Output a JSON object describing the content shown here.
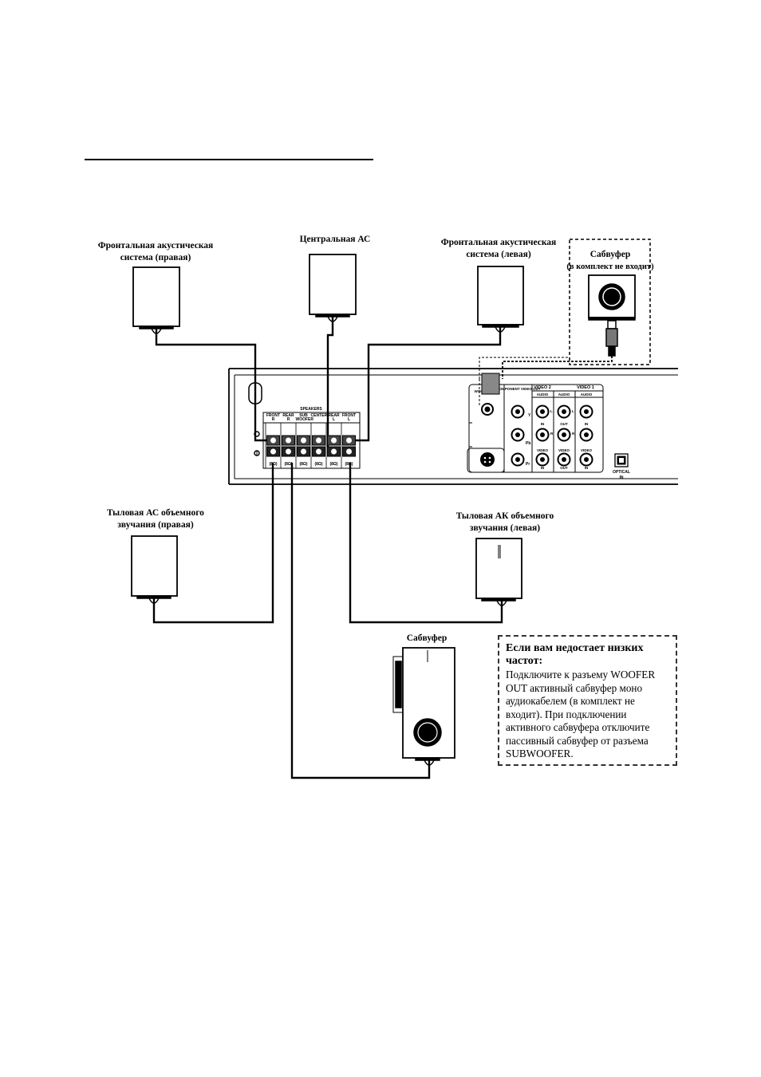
{
  "labels": {
    "front_right": [
      "Фронтальная акустическая",
      "система (правая)"
    ],
    "center": [
      "Центральная АС"
    ],
    "front_left": [
      "Фронтальная акустическая",
      "система (левая)"
    ],
    "subwoofer_active": [
      "Сабвуфер",
      "(в комплект не входит)"
    ],
    "rear_right": [
      "Тыловая АС объемного",
      "звучания (правая)"
    ],
    "rear_left": [
      "Тыловая АК объемного",
      "звучания (левая)"
    ],
    "subwoofer_passive": [
      "Сабвуфер"
    ]
  },
  "panel": {
    "speakers_header": "SPEAKERS",
    "terminals": [
      {
        "line1": "FRONT",
        "line2": "R",
        "ohm": "(8Ω)"
      },
      {
        "line1": "REAR",
        "line2": "R",
        "ohm": "(8Ω)"
      },
      {
        "line1": "SUB",
        "line2": "WOOFER",
        "ohm": "(8Ω)"
      },
      {
        "line1": "CENTER",
        "line2": "",
        "ohm": "(8Ω)"
      },
      {
        "line1": "REAR",
        "line2": "L",
        "ohm": "(8Ω)"
      },
      {
        "line1": "FRONT",
        "line2": "L",
        "ohm": "(8Ω)"
      }
    ],
    "woofer_out": "WOOFER OUT",
    "component_video_out": "COMPONENT VIDEO OUT",
    "video2": "VIDEO 2",
    "video1": "VIDEO 1",
    "audio": "AUDIO",
    "in": "IN",
    "out": "OUT",
    "video": "VIDEO",
    "y": "Y",
    "pb": "Pb",
    "pr": "Pr",
    "l": "L",
    "r": "R",
    "optical_in": [
      "OPTICAL",
      "IN"
    ]
  },
  "note": {
    "title": "Если вам недостает низких частот:",
    "body": "Подключите к разъему WOOFER OUT активный сабвуфер моно аудиокабелем (в комплект не входит). При подключении активного сабвуфера отключите пассивный сабвуфер от разъема SUBWOOFER."
  }
}
